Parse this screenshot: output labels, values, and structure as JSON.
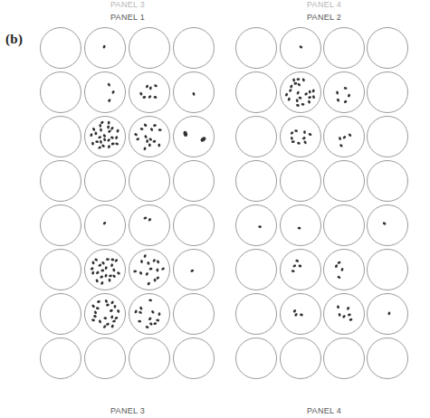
{
  "diagram": {
    "labels": [
      "PANEL 3",
      "PANEL 4",
      "PANEL 1",
      "PANEL 2",
      "(b)",
      "PANEL 3",
      "PANEL 4"
    ]
  }
}
